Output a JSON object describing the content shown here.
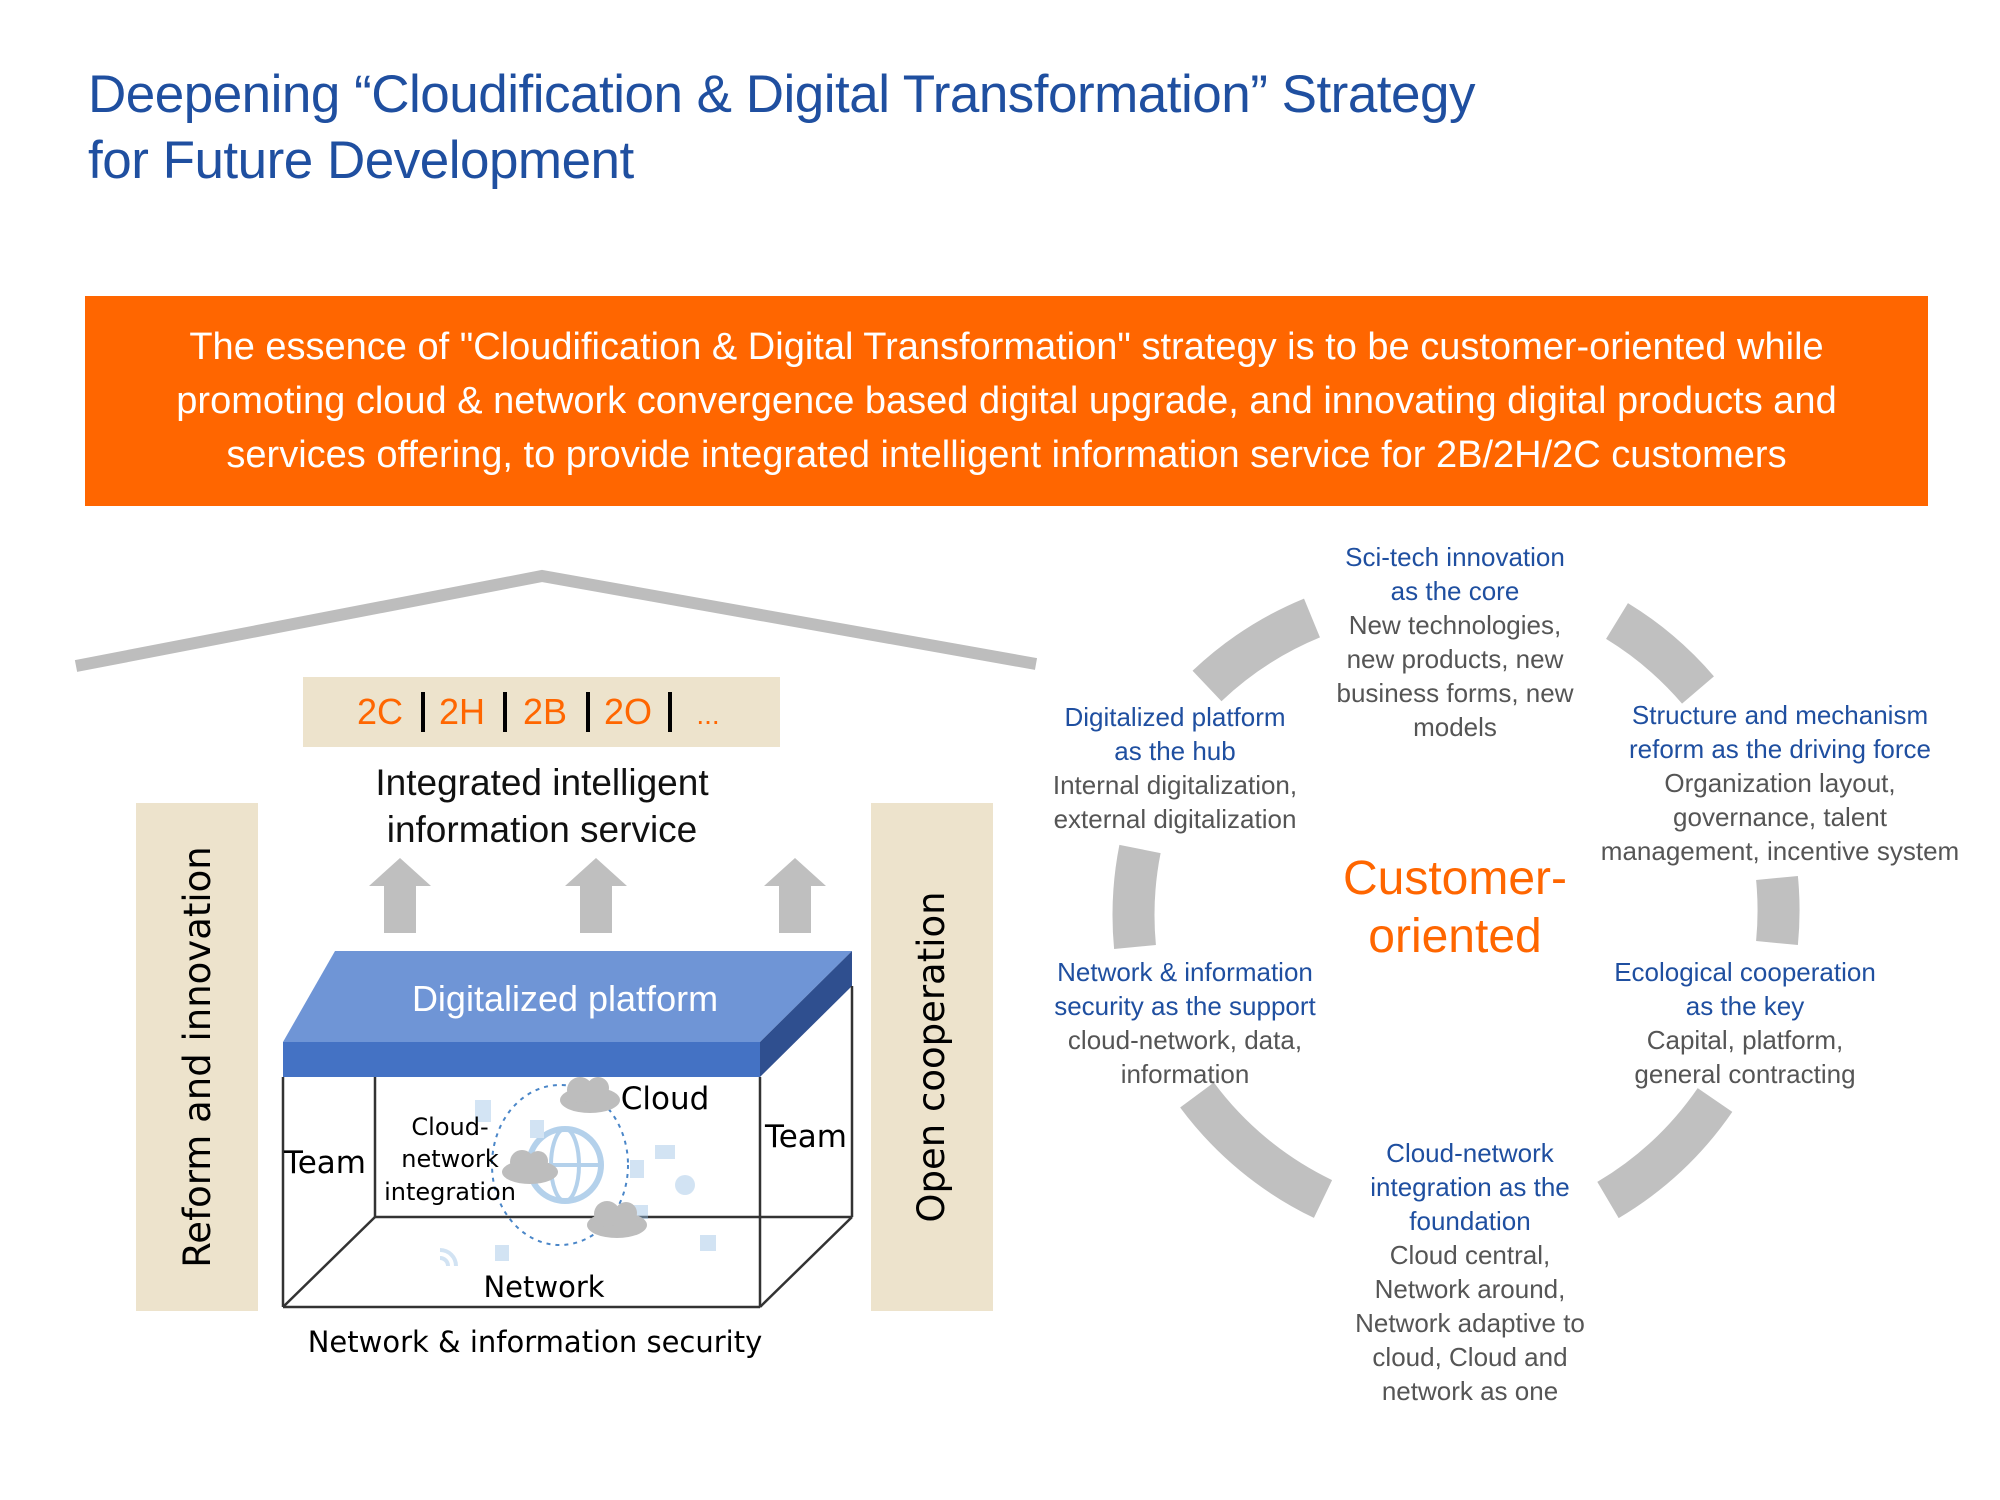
{
  "title": {
    "line1": "Deepening “Cloudification & Digital Transformation” Strategy",
    "line2": "for Future Development"
  },
  "banner": {
    "text": "The essence of \"Cloudification & Digital Transformation\" strategy is to be customer-oriented while promoting cloud & network convergence based digital upgrade, and innovating digital products and services offering, to provide integrated intelligent information service for 2B/2H/2C customers"
  },
  "house": {
    "segments": [
      "2C",
      "2H",
      "2B",
      "2O",
      "..."
    ],
    "service_line1": "Integrated intelligent",
    "service_line2": "information service",
    "left_pillar": "Reform and innovation",
    "right_pillar": "Open cooperation",
    "platform": "Digitalized platform",
    "team_left": "Team",
    "team_right": "Team",
    "cloud": "Cloud",
    "integration_line1": "Cloud-",
    "integration_line2": "network",
    "integration_line3": "integration",
    "network": "Network",
    "security": "Network & information security",
    "colors": {
      "orange": "#ff6600",
      "beige": "#ede3cc",
      "blue_top": "#6f95d6",
      "blue_front": "#4472c4",
      "grey": "#bdbdbd"
    }
  },
  "cycle": {
    "center_line1": "Customer-",
    "center_line2": "oriented",
    "nodes": [
      {
        "head": [
          "Sci-tech innovation",
          "as the core"
        ],
        "body": [
          "New technologies,",
          "new products, new",
          "business forms, new",
          "models"
        ]
      },
      {
        "head": [
          "Structure and mechanism",
          "reform as the driving force"
        ],
        "body": [
          "Organization layout,",
          "governance, talent",
          "management, incentive system"
        ]
      },
      {
        "head": [
          "Ecological cooperation",
          "as the key"
        ],
        "body": [
          "Capital, platform,",
          "general contracting"
        ]
      },
      {
        "head": [
          "Cloud-network",
          "integration as the",
          "foundation"
        ],
        "body": [
          "Cloud central,",
          "Network around,",
          "Network adaptive to",
          "cloud, Cloud and",
          "network as one"
        ]
      },
      {
        "head": [
          "Network & information",
          "security as the support"
        ],
        "body": [
          "cloud-network, data,",
          "information"
        ]
      },
      {
        "head": [
          "Digitalized platform",
          "as the hub"
        ],
        "body": [
          "Internal digitalization,",
          "external digitalization"
        ]
      }
    ]
  }
}
